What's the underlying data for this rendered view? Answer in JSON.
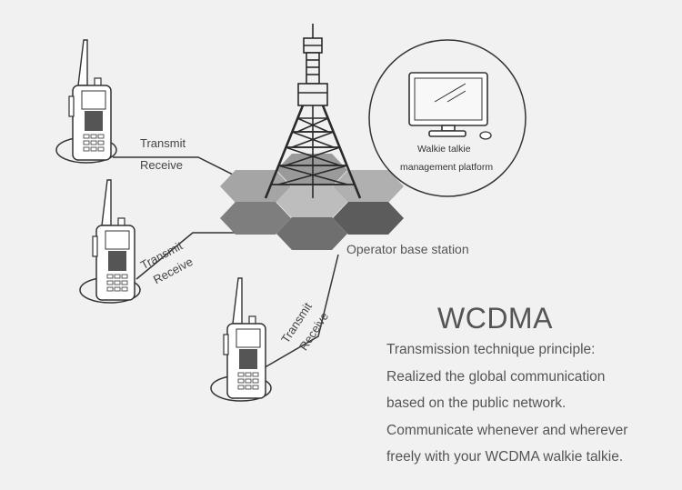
{
  "diagram": {
    "title": "WCDMA",
    "base_station_label": "Operator base station",
    "platform_label_line1": "Walkie talkie",
    "platform_label_line2": "management platform",
    "links": [
      {
        "transmit": "Transmit",
        "receive": "Receive"
      },
      {
        "transmit": "Transmit",
        "receive": "Receive"
      },
      {
        "transmit": "Transmit",
        "receive": "Receive"
      }
    ],
    "description": [
      "Transmission technique principle:",
      "Realized the global communication",
      "based on the public network.",
      "Communicate whenever and wherever",
      "freely with your WCDMA walkie talkie."
    ]
  },
  "colors": {
    "background": "#f1f1f1",
    "hex_light": "#a9a9a9",
    "hex_mid": "#8c8c8c",
    "hex_dark": "#5e5e5e",
    "line": "#333333",
    "text": "#555555"
  }
}
